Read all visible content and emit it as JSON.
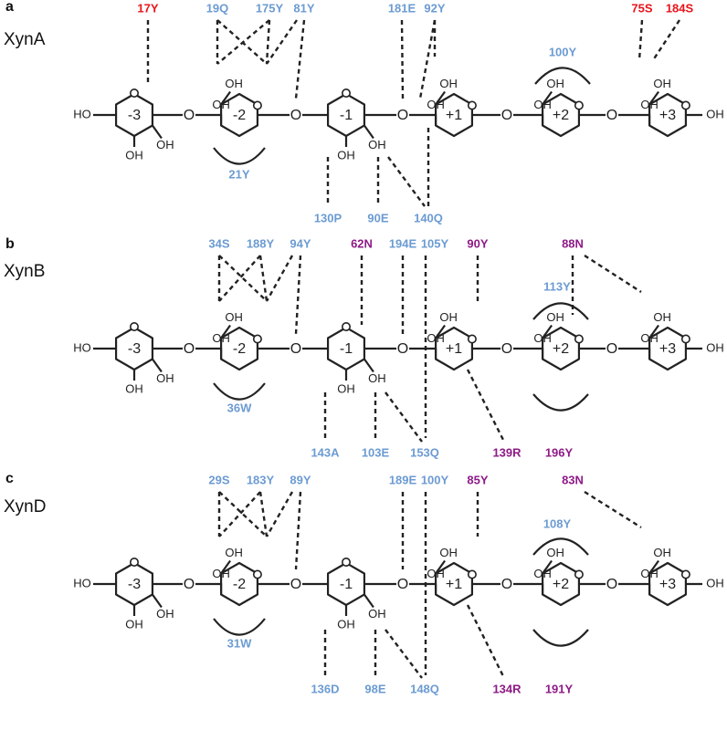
{
  "panels": [
    {
      "letter": "a",
      "enzyme": "XynA",
      "residues": [
        {
          "label": "17Y",
          "color": "#e8141b"
        },
        {
          "label": "19Q",
          "color": "#6c9bd2"
        },
        {
          "label": "175Y",
          "color": "#6c9bd2"
        },
        {
          "label": "81Y",
          "color": "#6c9bd2"
        },
        {
          "label": "181E",
          "color": "#6c9bd2"
        },
        {
          "label": "92Y",
          "color": "#6c9bd2"
        },
        {
          "label": "75S",
          "color": "#e8141b"
        },
        {
          "label": "184S",
          "color": "#e8141b"
        },
        {
          "label": "100Y",
          "color": "#6c9bd2"
        },
        {
          "label": "21Y",
          "color": "#6c9bd2"
        },
        {
          "label": "130P",
          "color": "#6c9bd2"
        },
        {
          "label": "90E",
          "color": "#6c9bd2"
        },
        {
          "label": "140Q",
          "color": "#6c9bd2"
        }
      ]
    },
    {
      "letter": "b",
      "enzyme": "XynB",
      "residues": [
        {
          "label": "34S",
          "color": "#6c9bd2"
        },
        {
          "label": "188Y",
          "color": "#6c9bd2"
        },
        {
          "label": "94Y",
          "color": "#6c9bd2"
        },
        {
          "label": "62N",
          "color": "#8e1a87"
        },
        {
          "label": "194E",
          "color": "#6c9bd2"
        },
        {
          "label": "105Y",
          "color": "#6c9bd2"
        },
        {
          "label": "90Y",
          "color": "#8e1a87"
        },
        {
          "label": "88N",
          "color": "#8e1a87"
        },
        {
          "label": "113Y",
          "color": "#6c9bd2"
        },
        {
          "label": "36W",
          "color": "#6c9bd2"
        },
        {
          "label": "143A",
          "color": "#6c9bd2"
        },
        {
          "label": "103E",
          "color": "#6c9bd2"
        },
        {
          "label": "153Q",
          "color": "#6c9bd2"
        },
        {
          "label": "139R",
          "color": "#8e1a87"
        },
        {
          "label": "196Y",
          "color": "#8e1a87"
        }
      ]
    },
    {
      "letter": "c",
      "enzyme": "XynD",
      "residues": [
        {
          "label": "29S",
          "color": "#6c9bd2"
        },
        {
          "label": "183Y",
          "color": "#6c9bd2"
        },
        {
          "label": "89Y",
          "color": "#6c9bd2"
        },
        {
          "label": "189E",
          "color": "#6c9bd2"
        },
        {
          "label": "100Y",
          "color": "#6c9bd2"
        },
        {
          "label": "85Y",
          "color": "#8e1a87"
        },
        {
          "label": "83N",
          "color": "#8e1a87"
        },
        {
          "label": "108Y",
          "color": "#6c9bd2"
        },
        {
          "label": "31W",
          "color": "#6c9bd2"
        },
        {
          "label": "136D",
          "color": "#6c9bd2"
        },
        {
          "label": "98E",
          "color": "#6c9bd2"
        },
        {
          "label": "148Q",
          "color": "#6c9bd2"
        },
        {
          "label": "134R",
          "color": "#8e1a87"
        },
        {
          "label": "191Y",
          "color": "#8e1a87"
        }
      ]
    }
  ],
  "chem": {
    "sites": [
      "-3",
      "-2",
      "-1",
      "+1",
      "+2",
      "+3"
    ],
    "hydroxyl": "OH",
    "hydroxyl_left": "HO",
    "oxygen": "O"
  }
}
